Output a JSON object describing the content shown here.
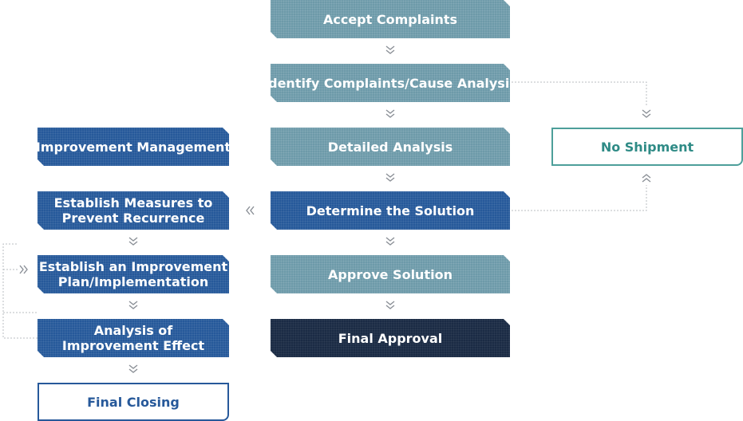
{
  "center": {
    "accept": "Accept Complaints",
    "identify": "Identify Complaints/Cause Analysis",
    "detailed": "Detailed Analysis",
    "determine": "Determine the Solution",
    "approve": "Approve Solution",
    "final_approval": "Final Approval"
  },
  "right": {
    "no_shipment": "No Shipment"
  },
  "left": {
    "improvement_management": "Improvement Management",
    "measures_line1": "Establish Measures to",
    "measures_line2": "Prevent Recurrence",
    "plan_line1": "Establish an Improvement",
    "plan_line2": "Plan/Implementation",
    "analysis_line1": "Analysis of",
    "analysis_line2": "Improvement Effect",
    "final_closing": "Final Closing"
  },
  "colors": {
    "teal_box": "#6d9aa9",
    "blue_box": "#26599a",
    "navy_box": "#1b2b45",
    "outline_teal": "#4d9f9a",
    "arrow": "#8a8f96"
  }
}
